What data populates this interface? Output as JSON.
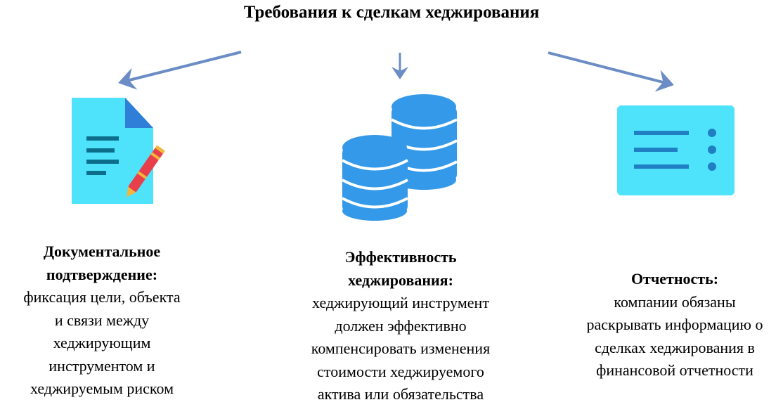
{
  "title": "Требования к сделкам хеджирования",
  "colors": {
    "arrow": "#6b8cc4",
    "doc": "#4fe3fb",
    "coin": "#3399e8",
    "report": "#4fe3fb",
    "lines": "#1f7fc2"
  },
  "blocks": [
    {
      "icon": "document-pen-icon",
      "heading": [
        "Документальное",
        "подтверждение:"
      ],
      "body": [
        "фиксация цели, объекта",
        "и связи между",
        "хеджирующим",
        "инструментом и",
        "хеджируемым риском"
      ]
    },
    {
      "icon": "coins-icon",
      "heading": [
        "Эффективность",
        "хеджирования:"
      ],
      "body": [
        "хеджирующий инструмент",
        "должен эффективно",
        "компенсировать изменения",
        "стоимости хеджируемого",
        "актива или обязательства"
      ]
    },
    {
      "icon": "report-icon",
      "heading": [
        "Отчетность:"
      ],
      "body": [
        "компании обязаны",
        "раскрывать информацию о",
        "сделках хеджирования в",
        "финансовой отчетности"
      ]
    }
  ]
}
